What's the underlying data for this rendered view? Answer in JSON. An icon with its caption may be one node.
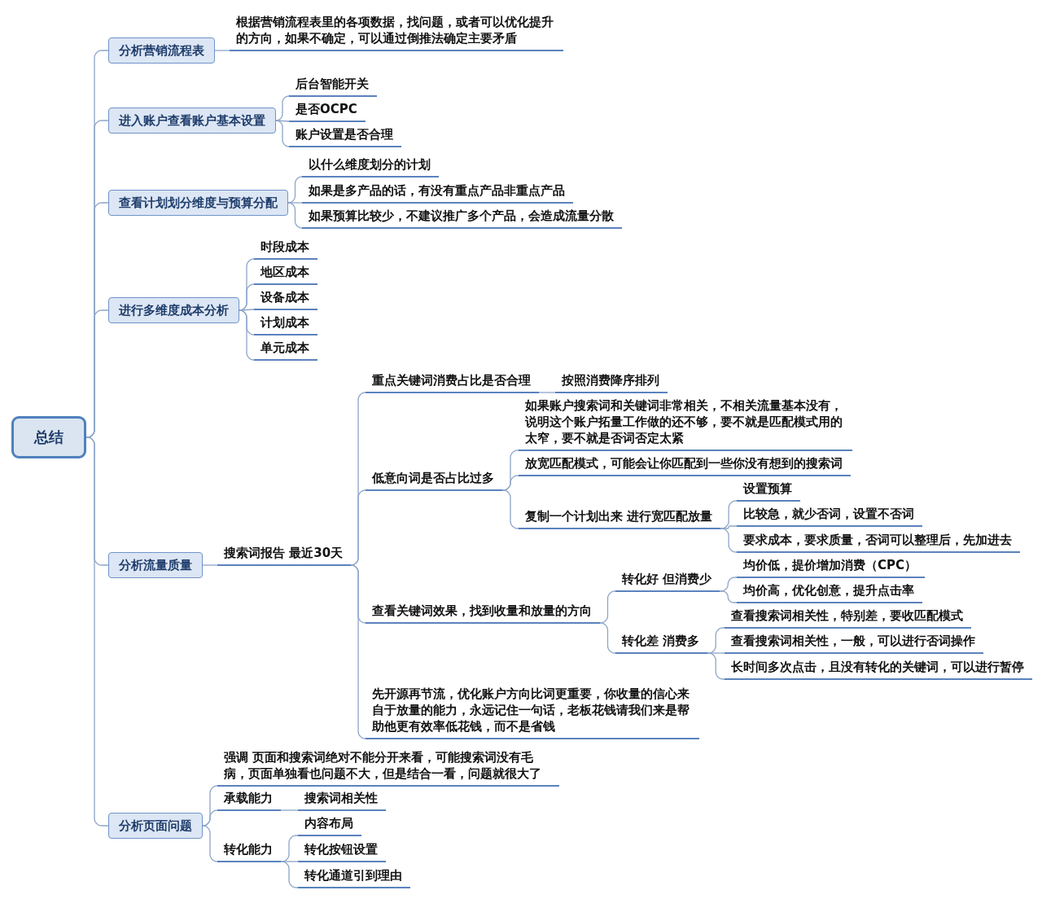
{
  "diagram": {
    "nodes": [
      {
        "text": [
          "总结"
        ]
      },
      {
        "text": [
          "分析营销流程表"
        ]
      },
      {
        "text": [
          "根据营销流程表里的各项数据，找问题，或者可以优化提升的方向，如果不确定，可以通过倒推法确定主要矛盾"
        ]
      },
      {
        "text": [
          "进入账户查看账户基本设置"
        ]
      },
      {
        "text": [
          "后台智能开关"
        ]
      },
      {
        "text": [
          "是否OCPC"
        ]
      },
      {
        "text": [
          "账户设置是否合理"
        ]
      },
      {
        "text": [
          "查看计划划分维度与预算分配"
        ]
      },
      {
        "text": [
          "以什么维度划分的计划"
        ]
      },
      {
        "text": [
          "如果是多产品的话，有没有重点产品非重点产品"
        ]
      },
      {
        "text": [
          "如果预算比较少，不建议推广多个产品，会造成流量分散"
        ]
      },
      {
        "text": [
          "进行多维度成本分析"
        ]
      },
      {
        "text": [
          "时段成本"
        ]
      },
      {
        "text": [
          "地区成本"
        ]
      },
      {
        "text": [
          "设备成本"
        ]
      },
      {
        "text": [
          "计划成本"
        ]
      },
      {
        "text": [
          "单元成本"
        ]
      },
      {
        "text": [
          "分析流量质量"
        ]
      },
      {
        "text": [
          "搜索词报告 最近30天"
        ]
      },
      {
        "text": [
          "重点关键词消费占比是否合理"
        ]
      },
      {
        "text": [
          "按照消费降序排列"
        ]
      },
      {
        "text": [
          "低意向词是否占比过多"
        ]
      },
      {
        "text": [
          "如果账户搜索词和关键词非常相关，不相关流量基本没有，说明这个账户拓量工作做的还不够，要不就是匹配模式用的太窄，要不就是否词否定太紧"
        ]
      },
      {
        "text": [
          "放宽匹配模式，可能会让你匹配到一些你没有想到的搜索词"
        ]
      },
      {
        "text": [
          "复制一个计划出来 进行宽匹配放量"
        ]
      },
      {
        "text": [
          "设置预算"
        ]
      },
      {
        "text": [
          "比较急，就少否词，设置不否词"
        ]
      },
      {
        "text": [
          "要求成本，要求质量，否词可以整理后，先加进去"
        ]
      },
      {
        "text": [
          "查看关键词效果，找到收量和放量的方向"
        ]
      },
      {
        "text": [
          "转化好 但消费少"
        ]
      },
      {
        "text": [
          "均价低，提价增加消费（CPC）"
        ]
      },
      {
        "text": [
          "均价高，优化创意，提升点击率"
        ]
      },
      {
        "text": [
          "转化差 消费多"
        ]
      },
      {
        "text": [
          "查看搜索词相关性，特别差，要收匹配模式"
        ]
      },
      {
        "text": [
          "查看搜索词相关性，一般，可以进行否词操作"
        ]
      },
      {
        "text": [
          "长时间多次点击，且没有转化的关键词，可以进行暂停"
        ]
      },
      {
        "text": [
          "先开源再节流，优化账户方向比词更重要，你收量的信心来自于放量的能力，永远记住一句话，老板花钱请我们来是帮助他更有效率低花钱，而不是省钱"
        ]
      },
      {
        "text": [
          "分析页面问题"
        ]
      },
      {
        "text": [
          "强调 页面和搜索词绝对不能分开来看，可能搜索词没有毛病，页面单独看也问题不大，但是结合一看，问题就很大了"
        ]
      },
      {
        "text": [
          "承载能力"
        ]
      },
      {
        "text": [
          "搜索词相关性"
        ]
      },
      {
        "text": [
          "转化能力"
        ]
      },
      {
        "text": [
          "内容布局"
        ]
      },
      {
        "text": [
          "转化按钮设置"
        ]
      },
      {
        "text": [
          "转化通道引到理由"
        ]
      }
    ],
    "edges": [
      {
        "from": 0,
        "to": 1,
        "arrow": "none"
      },
      {
        "from": 0,
        "to": 3,
        "arrow": "none"
      },
      {
        "from": 0,
        "to": 7,
        "arrow": "none"
      },
      {
        "from": 0,
        "to": 11,
        "arrow": "none"
      },
      {
        "from": 0,
        "to": 17,
        "arrow": "none"
      },
      {
        "from": 0,
        "to": 37,
        "arrow": "none"
      },
      {
        "from": 1,
        "to": 2,
        "arrow": "none"
      },
      {
        "from": 3,
        "to": 4,
        "arrow": "none"
      },
      {
        "from": 3,
        "to": 5,
        "arrow": "none"
      },
      {
        "from": 3,
        "to": 6,
        "arrow": "none"
      },
      {
        "from": 7,
        "to": 8,
        "arrow": "none"
      },
      {
        "from": 7,
        "to": 9,
        "arrow": "none"
      },
      {
        "from": 7,
        "to": 10,
        "arrow": "none"
      },
      {
        "from": 11,
        "to": 12,
        "arrow": "none"
      },
      {
        "from": 11,
        "to": 13,
        "arrow": "none"
      },
      {
        "from": 11,
        "to": 14,
        "arrow": "none"
      },
      {
        "from": 11,
        "to": 15,
        "arrow": "none"
      },
      {
        "from": 11,
        "to": 16,
        "arrow": "none"
      },
      {
        "from": 17,
        "to": 18,
        "arrow": "none"
      },
      {
        "from": 18,
        "to": 19,
        "arrow": "none"
      },
      {
        "from": 18,
        "to": 21,
        "arrow": "none"
      },
      {
        "from": 18,
        "to": 28,
        "arrow": "none"
      },
      {
        "from": 18,
        "to": 36,
        "arrow": "none"
      },
      {
        "from": 19,
        "to": 20,
        "arrow": "none"
      },
      {
        "from": 21,
        "to": 22,
        "arrow": "none"
      },
      {
        "from": 21,
        "to": 23,
        "arrow": "none"
      },
      {
        "from": 21,
        "to": 24,
        "arrow": "none"
      },
      {
        "from": 24,
        "to": 25,
        "arrow": "none"
      },
      {
        "from": 24,
        "to": 26,
        "arrow": "none"
      },
      {
        "from": 24,
        "to": 27,
        "arrow": "none"
      },
      {
        "from": 28,
        "to": 29,
        "arrow": "none"
      },
      {
        "from": 28,
        "to": 32,
        "arrow": "none"
      },
      {
        "from": 29,
        "to": 30,
        "arrow": "none"
      },
      {
        "from": 29,
        "to": 31,
        "arrow": "none"
      },
      {
        "from": 32,
        "to": 33,
        "arrow": "none"
      },
      {
        "from": 32,
        "to": 34,
        "arrow": "none"
      },
      {
        "from": 32,
        "to": 35,
        "arrow": "none"
      },
      {
        "from": 37,
        "to": 38,
        "arrow": "none"
      },
      {
        "from": 37,
        "to": 39,
        "arrow": "none"
      },
      {
        "from": 37,
        "to": 41,
        "arrow": "none"
      },
      {
        "from": 39,
        "to": 40,
        "arrow": "none"
      },
      {
        "from": 41,
        "to": 42,
        "arrow": "none"
      },
      {
        "from": 41,
        "to": 43,
        "arrow": "none"
      },
      {
        "from": 41,
        "to": 44,
        "arrow": "none"
      }
    ]
  }
}
